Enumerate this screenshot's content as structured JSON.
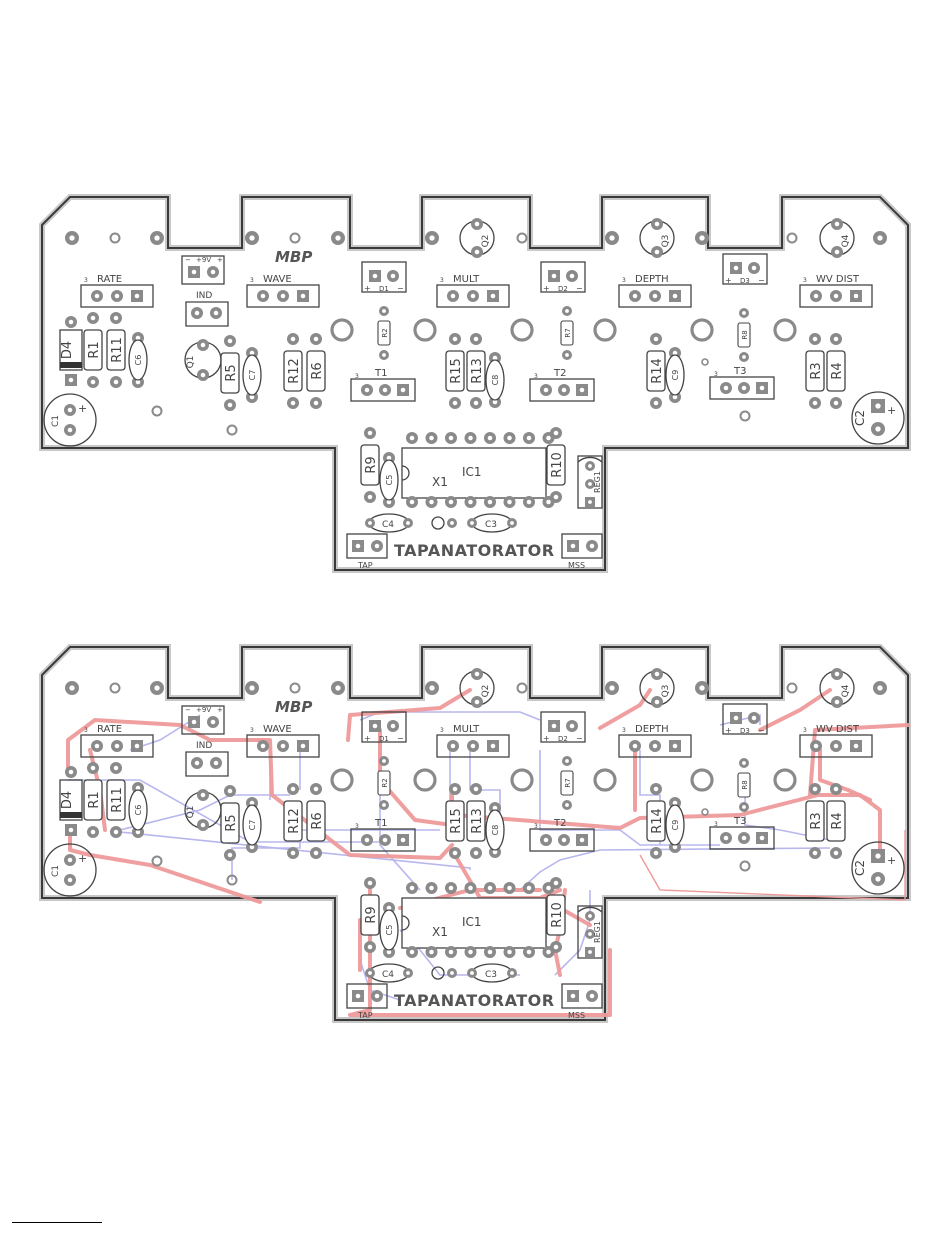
{
  "colors": {
    "outline": "#3a3a3a",
    "outline_light": "#c8c8c8",
    "pad": "#8a8a8a",
    "pad_hole": "#ffffff",
    "silk": "#444444",
    "trace_top": "#ee9a9a",
    "trace_bottom": "#b7b7ee"
  },
  "labels": {
    "brand": "MBP",
    "title": "TAPANATORATOR",
    "pots": [
      "RATE",
      "WAVE",
      "MULT",
      "DEPTH",
      "WV DIST"
    ],
    "pot_pin_mark": "3",
    "power": "+9V",
    "ind": "IND",
    "diodes": [
      "D1",
      "D2",
      "D3"
    ],
    "d4": "D4",
    "transistors": [
      "Q1",
      "Q2",
      "Q3",
      "Q4"
    ],
    "trimmers": [
      "T1",
      "T2",
      "T3"
    ],
    "resistors": [
      "R1",
      "R11",
      "R5",
      "R12",
      "R6",
      "R15",
      "R13",
      "R14",
      "R3",
      "R4",
      "R9",
      "R10"
    ],
    "small_resistors": [
      "R2",
      "R7",
      "R8"
    ],
    "caps": [
      "C6",
      "C7",
      "C8",
      "C9",
      "C5"
    ],
    "c1": "C1",
    "c2": "C2",
    "c3": "C3",
    "c4": "C4",
    "ic": "IC1",
    "xtal": "X1",
    "reg": "REG1",
    "tap": "TAP",
    "mss": "MSS",
    "plus": "+",
    "minus": "−"
  }
}
